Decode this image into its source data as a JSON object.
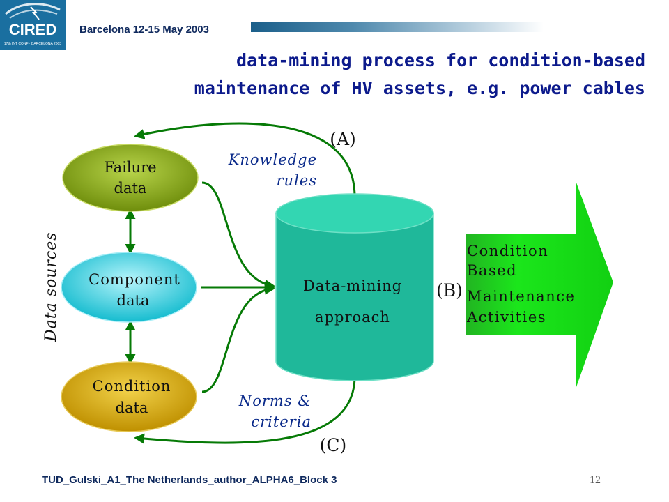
{
  "header": {
    "logo_text": "CIRED",
    "logo_subtext": "17th INT CONF · BARCELONA 2003",
    "event": "Barcelona  12-15 May 2003"
  },
  "title": {
    "line1": "data-mining process for condition-based",
    "line2": "maintenance of HV assets, e.g. power cables"
  },
  "diagram": {
    "data_sources_label": "Data sources",
    "sources": {
      "failure": {
        "line1": "Failure",
        "line2": "data"
      },
      "component": {
        "line1": "Component",
        "line2": "data"
      },
      "condition": {
        "line1": "Condition",
        "line2": "data"
      }
    },
    "cylinder": {
      "line1": "Data-mining",
      "line2": "approach"
    },
    "knowledge": {
      "line1": "Knowledge",
      "line2": "rules"
    },
    "norms": {
      "line1": "Norms &",
      "line2": "criteria"
    },
    "label_a": "(A)",
    "label_b": "(B)",
    "label_c": "(C)",
    "output": {
      "line1": "Condition",
      "line2": "Based",
      "line3": "Maintenance",
      "line4": "Activities"
    },
    "colors": {
      "failure_fill": "#7a9a12",
      "component_fill": "#1ec6d8",
      "condition_fill": "#c89a0a",
      "cylinder_fill": "#1fb89a",
      "output_fill": "#19e019",
      "connector": "#067a06"
    }
  },
  "footer": {
    "text": "TUD_Gulski_A1_The Netherlands_author_ALPHA6_Block  3",
    "page": "12"
  }
}
